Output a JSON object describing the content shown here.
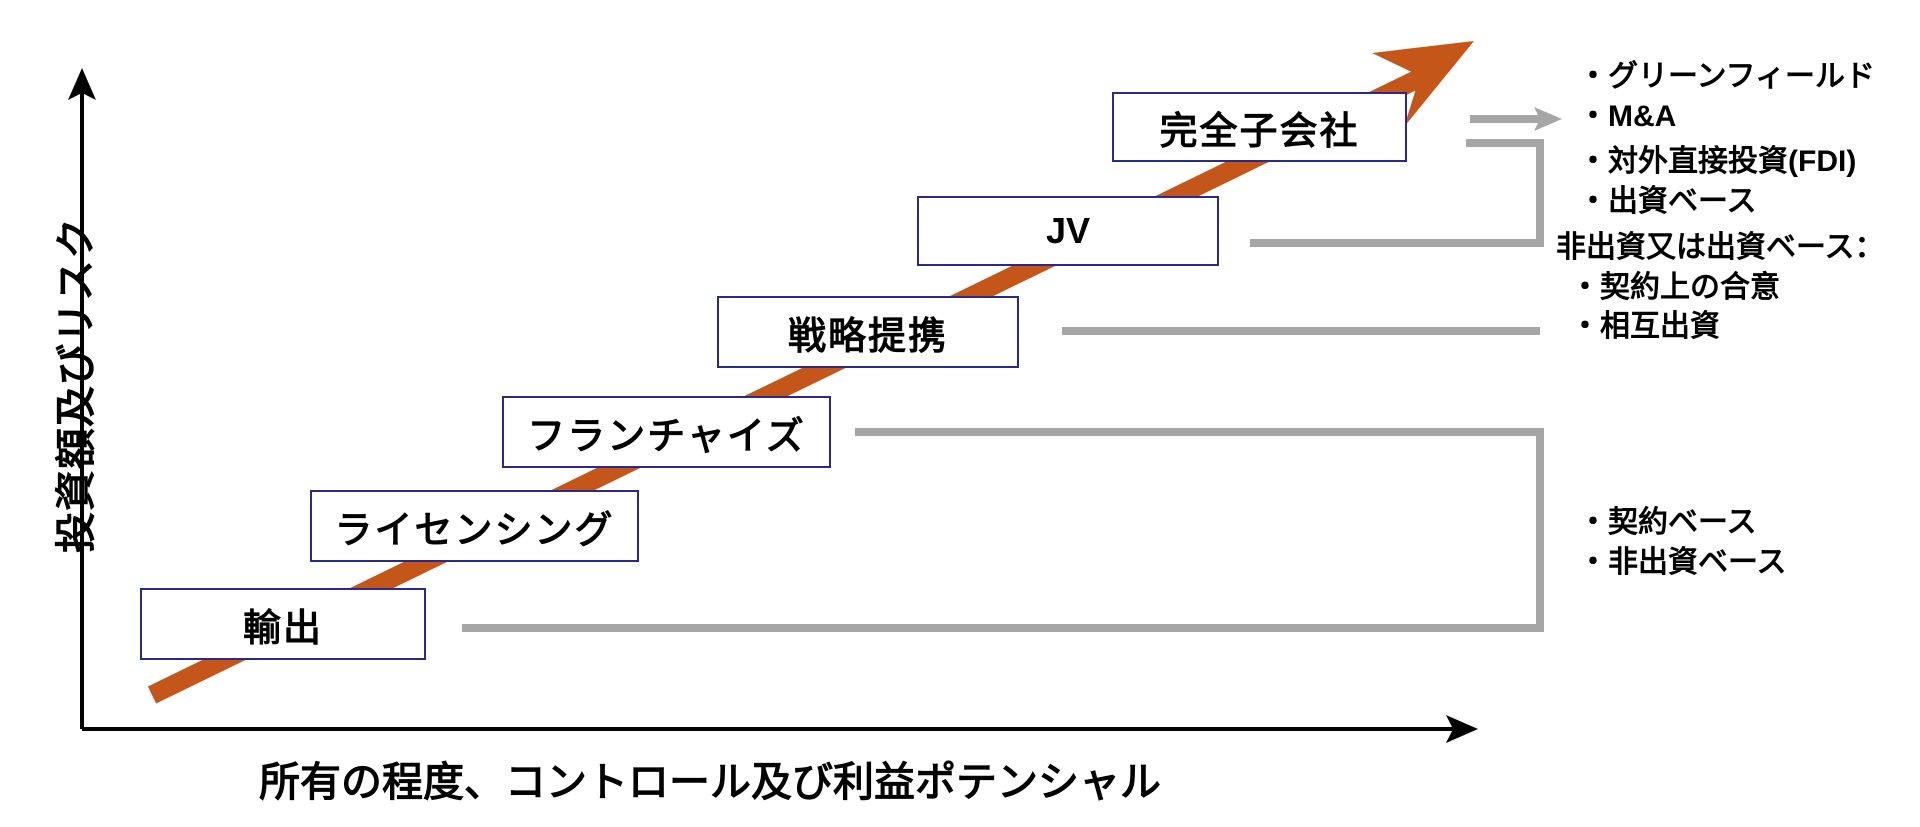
{
  "diagram": {
    "title_axes": {
      "y_label": "投資額及びリスク",
      "x_label": "所有の程度、コントロール及び利益ポテンシャル"
    },
    "steps": [
      {
        "label": "輸出"
      },
      {
        "label": "ライセンシング"
      },
      {
        "label": "フランチャイズ"
      },
      {
        "label": "戦略提携"
      },
      {
        "label": "JV"
      },
      {
        "label": "完全子会社"
      }
    ],
    "annotations": [
      {
        "id": "group-equity-top",
        "lines": [
          "・グリーンフィールド",
          "・M&A"
        ]
      },
      {
        "id": "group-fdi",
        "lines": [
          "・対外直接投資(FDI)",
          "・出資ベース"
        ]
      },
      {
        "id": "group-nonequity-or-equity",
        "lines": [
          "非出資又は出資ベース：",
          "・契約上の合意",
          "・相互出資"
        ]
      },
      {
        "id": "group-contract",
        "lines": [
          "・契約ベース",
          "・非出資ベース"
        ]
      }
    ],
    "colors": {
      "box_border": "#2a2a8c",
      "trend_arrow": "#c4561a",
      "connector": "#a6a6a6",
      "axis": "#000000",
      "text": "#000000",
      "background": "#ffffff"
    },
    "icons": {
      "y_axis_arrow": "arrow-up-icon",
      "x_axis_arrow": "arrow-right-icon",
      "trend": "diagonal-trend-arrow-icon",
      "equity_arrow": "arrow-right-gray-icon"
    }
  },
  "chart_data": {
    "type": "diagram",
    "title": "海外市場参入モード（投資額及びリスク × 所有の程度、コントロール及び利益ポテンシャル）",
    "xlabel": "所有の程度、コントロール及び利益ポテンシャル",
    "ylabel": "投資額及びリスク",
    "categories": [
      "輸出",
      "ライセンシング",
      "フランチャイズ",
      "戦略提携",
      "JV",
      "完全子会社"
    ],
    "values": [
      1,
      2,
      3,
      4,
      5,
      6
    ],
    "annotation_groups": [
      {
        "covers": [
          "完全子会社"
        ],
        "lines": [
          "・グリーンフィールド",
          "・M&A"
        ]
      },
      {
        "covers": [
          "完全子会社",
          "JV"
        ],
        "lines": [
          "・対外直接投資(FDI)",
          "・出資ベース"
        ]
      },
      {
        "covers": [
          "戦略提携"
        ],
        "lines": [
          "非出資又は出資ベース：",
          "・契約上の合意",
          "・相互出資"
        ]
      },
      {
        "covers": [
          "フランチャイズ",
          "ライセンシング",
          "輸出"
        ],
        "lines": [
          "・契約ベース",
          "・非出資ベース"
        ]
      }
    ],
    "grid": false,
    "legend": "none"
  }
}
